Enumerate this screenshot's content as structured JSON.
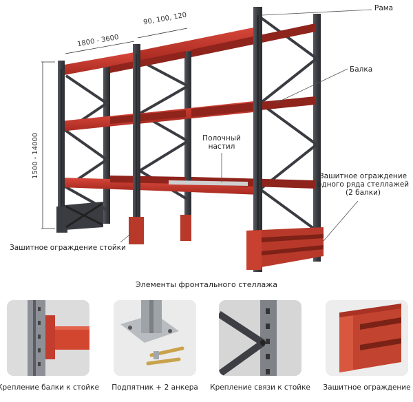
{
  "labels": {
    "frame": "Рама",
    "beam": "Балка",
    "shelf_deck": [
      "Полочный",
      "настил"
    ],
    "row_guard": [
      "Зашитное ограждение",
      "одного ряда стеллажей",
      "(2 балки)"
    ],
    "post_guard": "Зашитное ограждение стойки"
  },
  "dimensions": {
    "length": "1800 - 3600",
    "depth": "90, 100, 120",
    "height": "1500 - 14000"
  },
  "section_title": "Элементы фронтального стеллажа",
  "thumbnails": [
    {
      "caption": "Крепление балки к стойке"
    },
    {
      "caption": "Подпятник + 2 анкера"
    },
    {
      "caption": "Крепление связи к стойке"
    },
    {
      "caption": "Зашитное ограждение"
    }
  ],
  "colors": {
    "beam": "#c8352b",
    "frame": "#3d3f44",
    "guard": "#b8392a",
    "background": "#ffffff"
  }
}
